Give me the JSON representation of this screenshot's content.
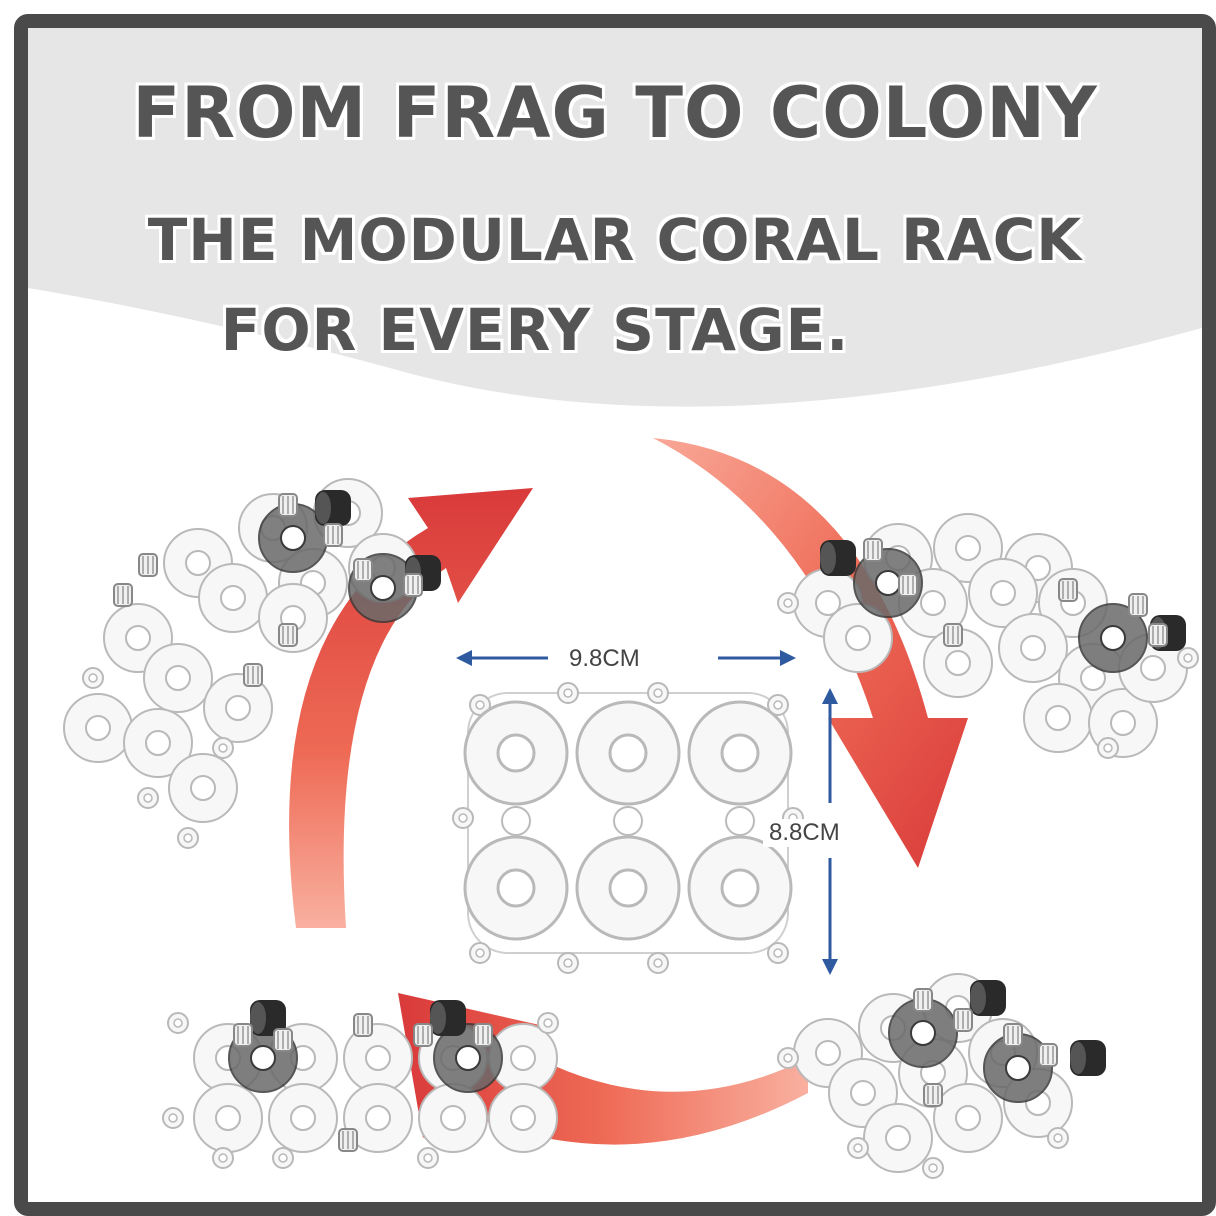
{
  "headline": {
    "line1": "FROM FRAG TO COLONY",
    "line2": "THE MODULAR CORAL RACK",
    "line3": "FOR EVERY STAGE."
  },
  "dimensions": {
    "width_label": "9.8CM",
    "height_label": "8.8CM"
  },
  "colors": {
    "frame": "#4a4a4a",
    "headline_text": "#555555",
    "band": "#e6e6e6",
    "arrow_red": "#d93a3a",
    "arrow_light": "#f07060",
    "dimension_line": "#2f5aa0"
  }
}
